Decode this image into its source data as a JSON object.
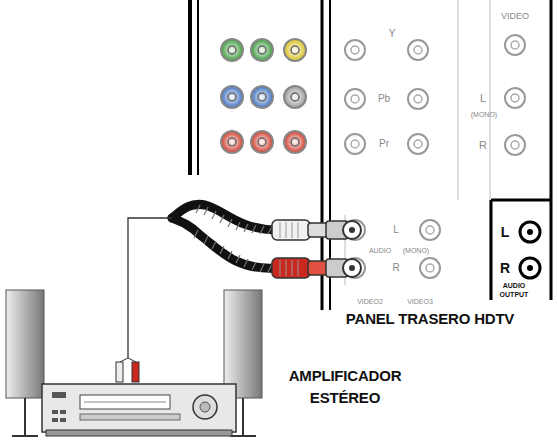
{
  "diagram": {
    "labels": [
      "VIDEO",
      "Y",
      "Pb",
      "Pr",
      "L",
      "(MONO)",
      "R",
      "L",
      "AUDIO",
      "(MONO)",
      "R",
      "VIDEO2",
      "VIDEO3",
      "L",
      "R",
      "AUDIO",
      "OUTPUT",
      "PANEL TRASERO HDTV",
      "AMPLIFICADOR",
      "ESTÉREO"
    ]
  }
}
